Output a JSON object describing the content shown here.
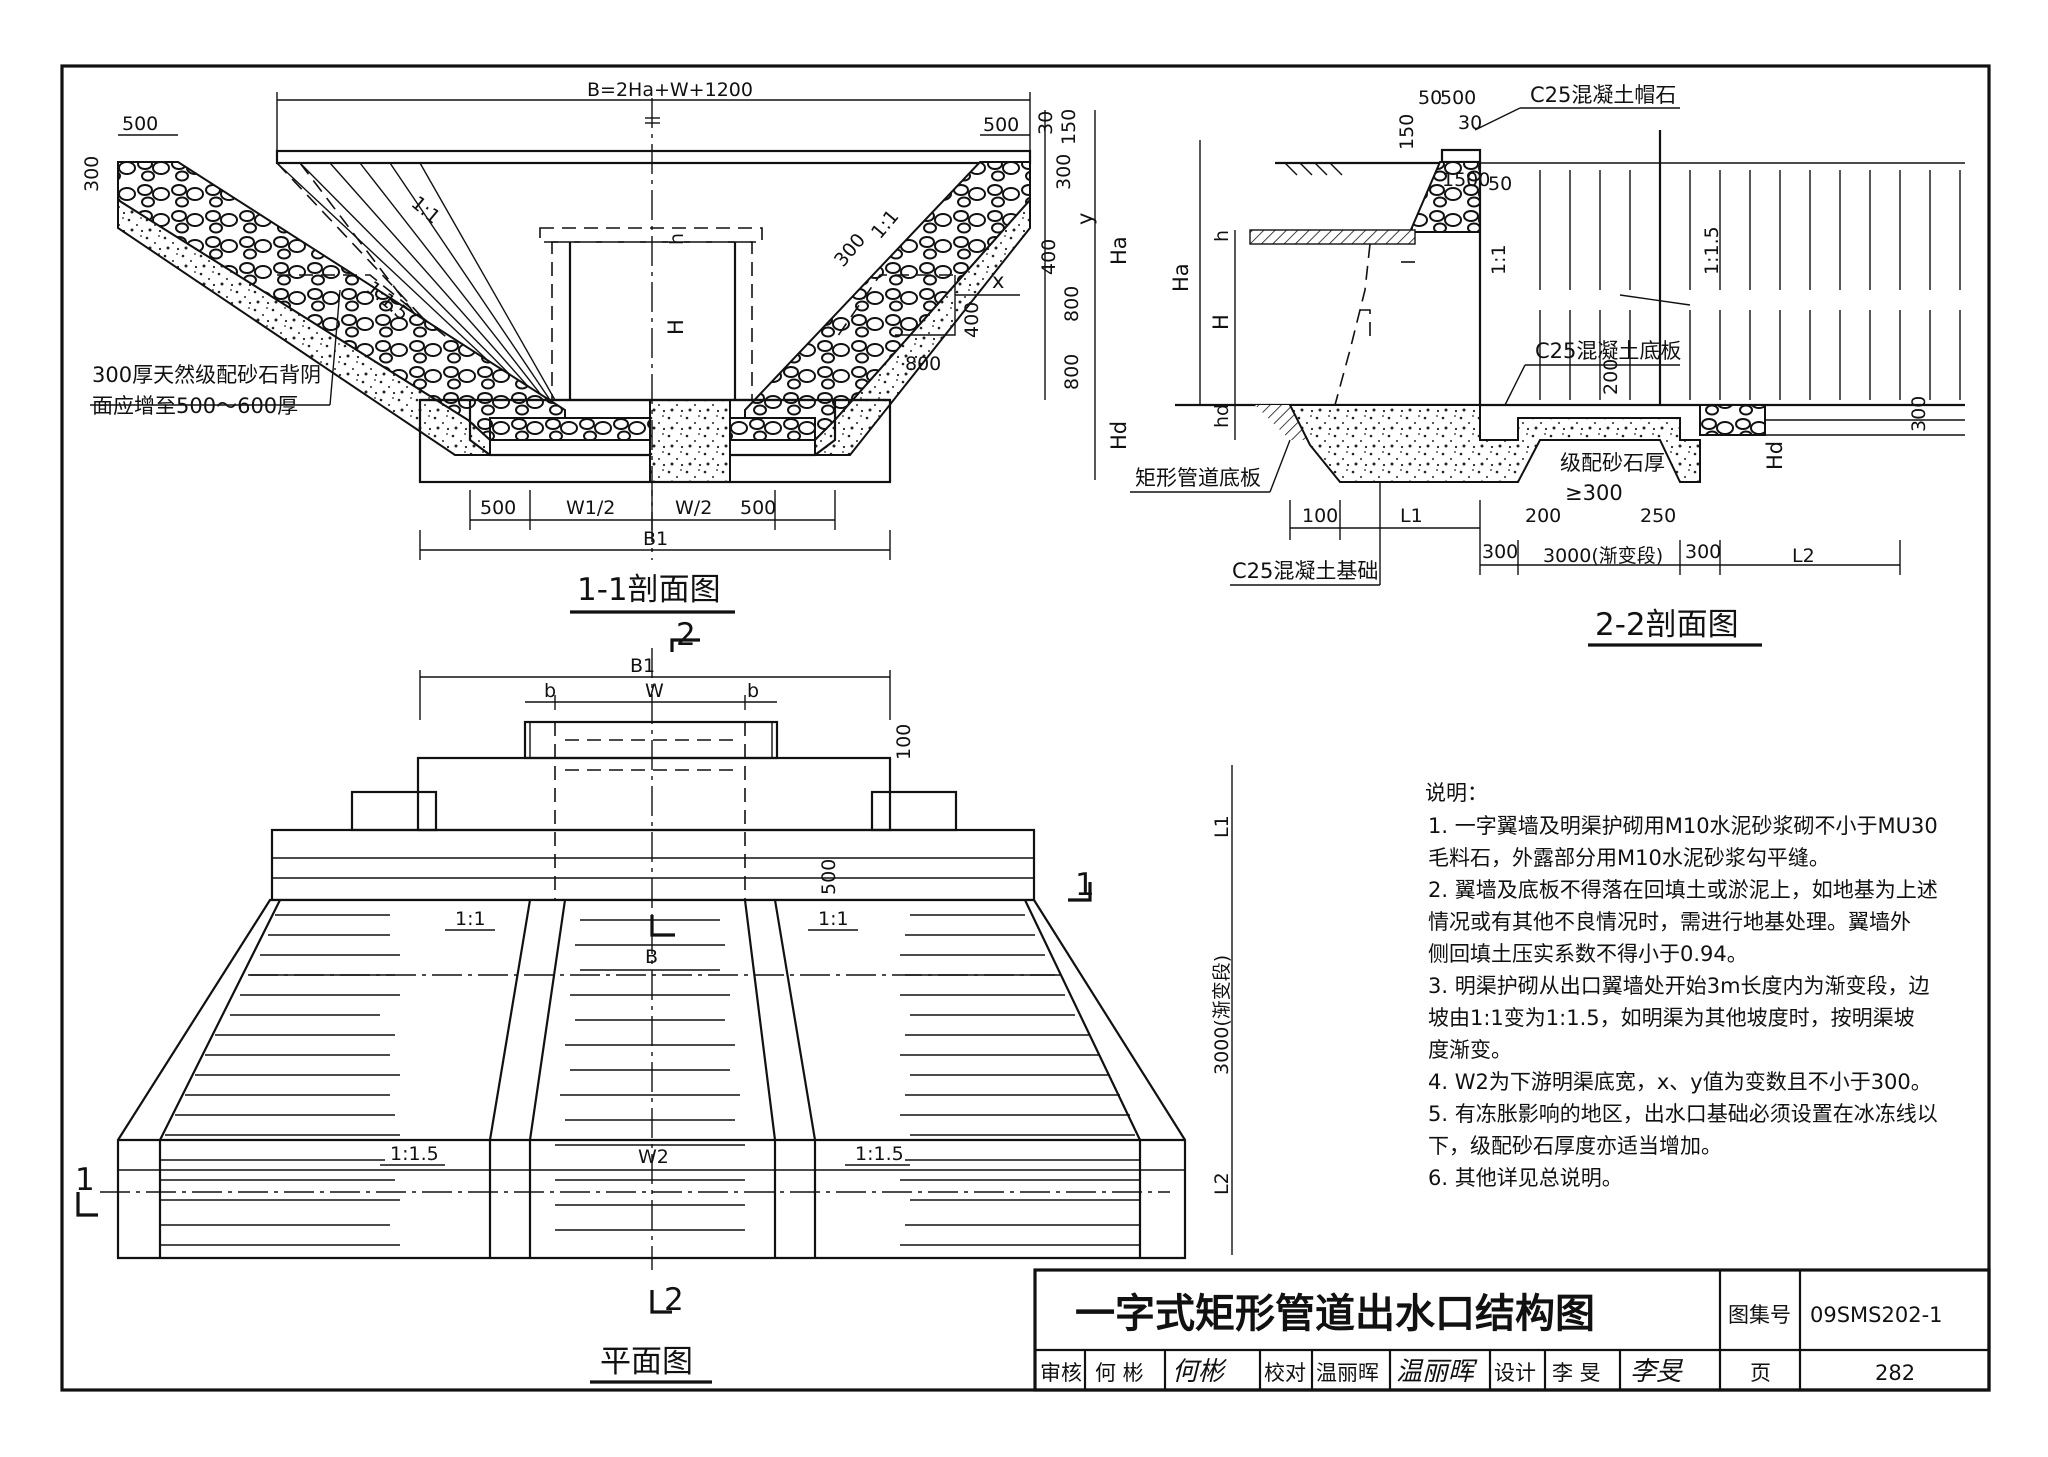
{
  "title_block": {
    "drawing_title": "一字式矩形管道出水口结构图",
    "atlas_label": "图集号",
    "atlas_number": "09SMS202-1",
    "review_label": "审核",
    "reviewer": "何 彬",
    "reviewer_sig": "何彬",
    "check_label": "校对",
    "checker": "温丽晖",
    "checker_sig": "温丽晖",
    "design_label": "设计",
    "designer": "李 旻",
    "designer_sig": "李旻",
    "page_label": "页",
    "page_number": "282"
  },
  "section_1_1": {
    "caption": "1-1剖面图",
    "dims": {
      "top_width": "B=2Ha+W+1200",
      "left_500": "500",
      "left_300": "300",
      "right_500": "500",
      "right_30": "30",
      "right_150": "150",
      "right_300": "300",
      "ha": "Ha",
      "hd": "Hd",
      "y": "y",
      "x": "x",
      "d400a": "400",
      "d400b": "400",
      "d800v1": "800",
      "d800v2": "800",
      "d800h": "800",
      "h": "h",
      "H": "H",
      "slope_1_1_left": "1:1",
      "slope_1_1_5": "1:1.5",
      "slope_300": "300",
      "slope_1_1_right": "1:1",
      "b500_left": "500",
      "w_half_1": "W1/2",
      "w_half_2": "W/2",
      "b500_right": "500",
      "b1": "B1"
    },
    "callout_line1": "300厚天然级配砂石背阴",
    "callout_line2": "面应增至500～600厚"
  },
  "section_2_2": {
    "caption": "2-2剖面图",
    "labels": {
      "cap_stone": "C25混凝土帽石",
      "base_slab": "C25混凝土底板",
      "pipe_slab": "矩形管道底板",
      "foundation": "C25混凝土基础",
      "gravel_1": "级配砂石厚",
      "gravel_2": "≥300"
    },
    "dims": {
      "d50": "50",
      "d500": "500",
      "d30": "30",
      "d150": "150",
      "d1500": "1500",
      "d50b": "50",
      "slope_1_1": "1:1",
      "slope_1_1_5": "1:1.5",
      "ha": "Ha",
      "h": "h",
      "H": "H",
      "hd": "hd",
      "Hd": "Hd",
      "d200v": "200",
      "d300v": "300",
      "d100": "100",
      "L1": "L1",
      "d200h": "200",
      "d250": "250",
      "d300a": "300",
      "d3000": "3000(渐变段)",
      "d300b": "300",
      "L2": "L2"
    }
  },
  "plan": {
    "caption": "平面图",
    "cut_2_top": "2",
    "cut_2_bottom": "2",
    "cut_1_right": "1",
    "cut_1_left": "1",
    "dims": {
      "b1": "B1",
      "w": "W",
      "b_left": "b",
      "b_right": "b",
      "d100": "100",
      "L1": "L1",
      "d500": "500",
      "d3000": "3000(渐变段)",
      "L2": "L2",
      "B": "B",
      "slope_1_1_left": "1:1",
      "slope_1_1_right": "1:1",
      "slope_1_1_5_left": "1:1.5",
      "slope_1_1_5_right": "1:1.5",
      "w2": "W2"
    }
  },
  "notes": {
    "heading": "说明：",
    "lines": [
      "1. 一字翼墙及明渠护砌用M10水泥砂浆砌不小于MU30",
      "    毛料石，外露部分用M10水泥砂浆勾平缝。",
      "2. 翼墙及底板不得落在回填土或淤泥上，如地基为上述",
      "    情况或有其他不良情况时，需进行地基处理。翼墙外",
      "    侧回填土压实系数不得小于0.94。",
      "3. 明渠护砌从出口翼墙处开始3m长度内为渐变段，边",
      "    坡由1:1变为1:1.5，如明渠为其他坡度时，按明渠坡",
      "    度渐变。",
      "4. W2为下游明渠底宽，x、y值为变数且不小于300。",
      "5. 有冻胀影响的地区，出水口基础必须设置在冰冻线以",
      "    下，级配砂石厚度亦适当增加。",
      "6. 其他详见总说明。"
    ]
  }
}
